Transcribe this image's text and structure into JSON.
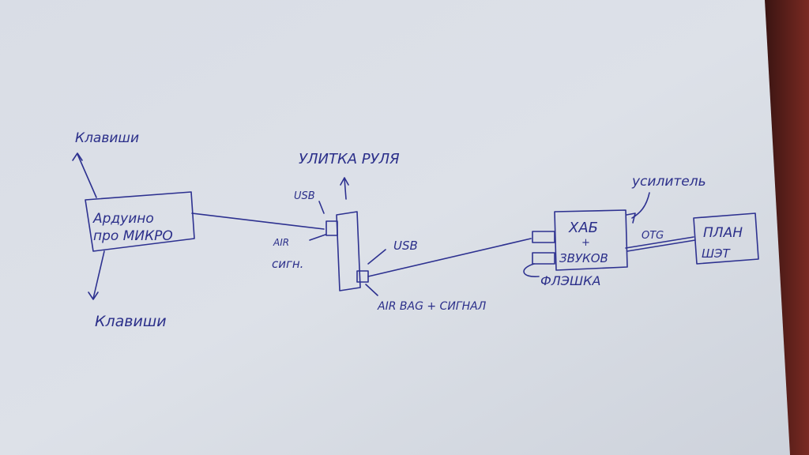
{
  "diagram": {
    "labels": {
      "keys_top": "Клавиши",
      "keys_bottom": "Клавиши",
      "arduino_line1": "Ардуино",
      "arduino_line2": "про МИКРО",
      "stalk_title": "УЛИТКА РУЛЯ",
      "usb_top": "USB",
      "air_line1": "AIR",
      "air_line2": "сигн.",
      "usb_right": "USB",
      "airbag": "AIR BAG + СИГНАЛ",
      "amplifier": "усилитель",
      "hub_line1": "ХАБ",
      "hub_plus": "+",
      "hub_line2": "ЗВУКОВ",
      "flash": "ФЛЭШКА",
      "otg": "OTG",
      "tablet_line1": "ПЛАН",
      "tablet_line2": "ШЭТ"
    },
    "colors": {
      "paper": "#d8dce4",
      "ink": "#2b2f8a",
      "edge": "#6b1f1a"
    }
  }
}
